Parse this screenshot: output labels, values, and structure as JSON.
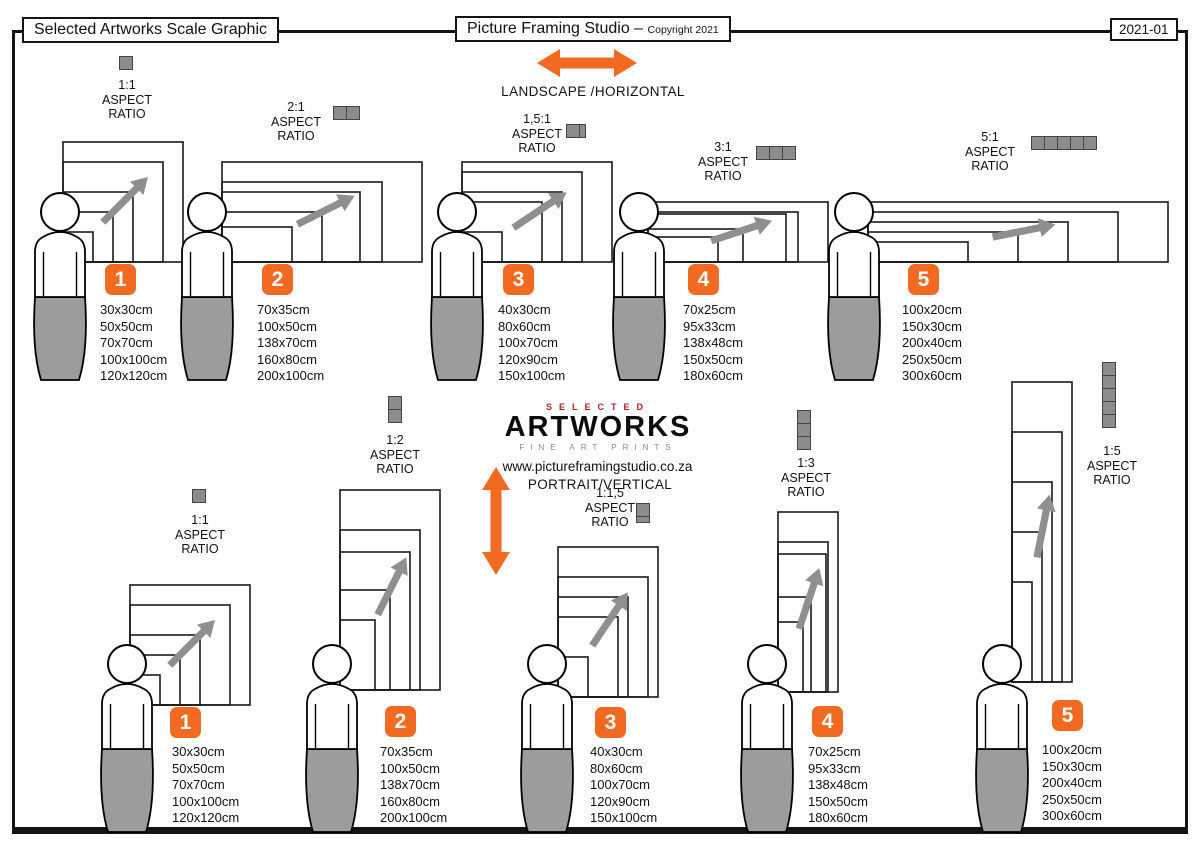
{
  "header": {
    "title": "Selected Artworks Scale Graphic",
    "studio": "Picture Framing Studio –",
    "copyright": "Copyright 2021",
    "doc_number": "2021-01"
  },
  "center": {
    "landscape_label": "LANDSCAPE /HORIZONTAL",
    "portrait_label": "PORTRAIT/VERTICAL"
  },
  "brand": {
    "selected": "SELECTED",
    "artworks": "ARTWORKS",
    "subtitle": "FINE ART PRINTS",
    "website": "www.pictureframingstudio.co.za"
  },
  "labels": {
    "aspect": "ASPECT",
    "ratio": "RATIO"
  },
  "colors": {
    "accent_orange": "#f26a21",
    "arrow_gray": "#8f8f8f",
    "figure_gray": "#9c9c9c",
    "brand_red": "#b51f24"
  },
  "groups": {
    "landscape": [
      {
        "number": "1",
        "ratio": "1:1",
        "icon_cells": 1,
        "sizes": [
          "30x30cm",
          "50x50cm",
          "70x70cm",
          "100x100cm",
          "120x120cm"
        ]
      },
      {
        "number": "2",
        "ratio": "2:1",
        "icon_cells": 2,
        "sizes": [
          "70x35cm",
          "100x50cm",
          "138x70cm",
          "160x80cm",
          "200x100cm"
        ]
      },
      {
        "number": "3",
        "ratio": "1,5:1",
        "icon_cells": 1.5,
        "sizes": [
          "40x30cm",
          "80x60cm",
          "100x70cm",
          "120x90cm",
          "150x100cm"
        ]
      },
      {
        "number": "4",
        "ratio": "3:1",
        "icon_cells": 3,
        "sizes": [
          "70x25cm",
          "95x33cm",
          "138x48cm",
          "150x50cm",
          "180x60cm"
        ]
      },
      {
        "number": "5",
        "ratio": "5:1",
        "icon_cells": 5,
        "sizes": [
          "100x20cm",
          "150x30cm",
          "200x40cm",
          "250x50cm",
          "300x60cm"
        ]
      }
    ],
    "portrait": [
      {
        "number": "1",
        "ratio": "1:1",
        "icon_cells": 1,
        "sizes": [
          "30x30cm",
          "50x50cm",
          "70x70cm",
          "100x100cm",
          "120x120cm"
        ]
      },
      {
        "number": "2",
        "ratio": "1:2",
        "icon_cells": 2,
        "sizes": [
          "70x35cm",
          "100x50cm",
          "138x70cm",
          "160x80cm",
          "200x100cm"
        ]
      },
      {
        "number": "3",
        "ratio": "1:1,5",
        "icon_cells": 1.5,
        "sizes": [
          "40x30cm",
          "80x60cm",
          "100x70cm",
          "120x90cm",
          "150x100cm"
        ]
      },
      {
        "number": "4",
        "ratio": "1:3",
        "icon_cells": 3,
        "sizes": [
          "70x25cm",
          "95x33cm",
          "138x48cm",
          "150x50cm",
          "180x60cm"
        ]
      },
      {
        "number": "5",
        "ratio": "1:5",
        "icon_cells": 5,
        "sizes": [
          "100x20cm",
          "150x30cm",
          "200x40cm",
          "250x50cm",
          "300x60cm"
        ]
      }
    ]
  }
}
